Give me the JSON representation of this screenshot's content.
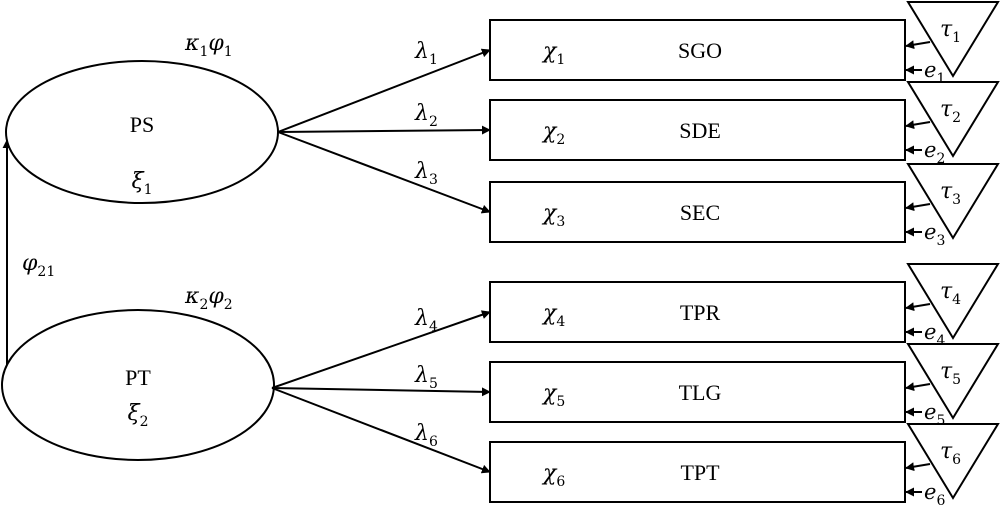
{
  "latents": [
    {
      "id": "ps",
      "name": "PS",
      "symbol": "ξ",
      "symbol_sub": "1",
      "param": "κ",
      "param_sub": "1",
      "param2": "φ",
      "param2_sub": "1"
    },
    {
      "id": "pt",
      "name": "PT",
      "symbol": "ξ",
      "symbol_sub": "2",
      "param": "κ",
      "param_sub": "2",
      "param2": "φ",
      "param2_sub": "2"
    }
  ],
  "covariance": {
    "symbol": "φ",
    "sub": "21"
  },
  "indicators": [
    {
      "name": "SGO",
      "chi": "χ",
      "chi_sub": "1",
      "loading": "λ",
      "loading_sub": "1",
      "tau": "τ",
      "tau_sub": "1",
      "error": "e",
      "error_sub": "1"
    },
    {
      "name": "SDE",
      "chi": "χ",
      "chi_sub": "2",
      "loading": "λ",
      "loading_sub": "2",
      "tau": "τ",
      "tau_sub": "2",
      "error": "e",
      "error_sub": "2"
    },
    {
      "name": "SEC",
      "chi": "χ",
      "chi_sub": "3",
      "loading": "λ",
      "loading_sub": "3",
      "tau": "τ",
      "tau_sub": "3",
      "error": "e",
      "error_sub": "3"
    },
    {
      "name": "TPR",
      "chi": "χ",
      "chi_sub": "4",
      "loading": "λ",
      "loading_sub": "4",
      "tau": "τ",
      "tau_sub": "4",
      "error": "e",
      "error_sub": "4"
    },
    {
      "name": "TLG",
      "chi": "χ",
      "chi_sub": "5",
      "loading": "λ",
      "loading_sub": "5",
      "tau": "τ",
      "tau_sub": "5",
      "error": "e",
      "error_sub": "5"
    },
    {
      "name": "TPT",
      "chi": "χ",
      "chi_sub": "6",
      "loading": "λ",
      "loading_sub": "6",
      "tau": "τ",
      "tau_sub": "6",
      "error": "e",
      "error_sub": "6"
    }
  ]
}
